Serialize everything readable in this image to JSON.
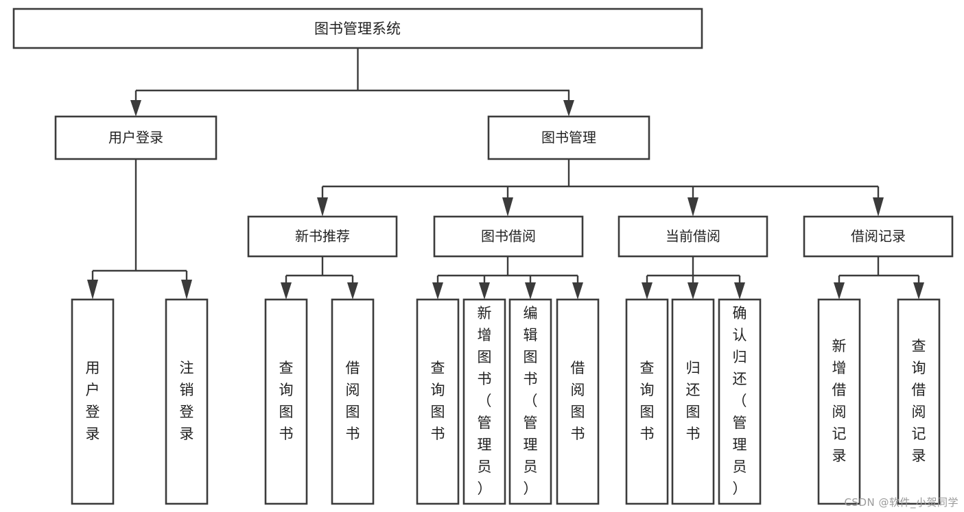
{
  "diagram": {
    "title": "图书管理系统",
    "type": "tree-hierarchy",
    "root": {
      "id": "root",
      "label": "图书管理系统"
    },
    "level2": [
      {
        "id": "user-login",
        "label": "用户登录"
      },
      {
        "id": "book-manage",
        "label": "图书管理"
      }
    ],
    "level3": [
      {
        "id": "new-book-recommend",
        "label": "新书推荐",
        "parent": "book-manage"
      },
      {
        "id": "book-borrow",
        "label": "图书借阅",
        "parent": "book-manage"
      },
      {
        "id": "current-borrow",
        "label": "当前借阅",
        "parent": "book-manage"
      },
      {
        "id": "borrow-record",
        "label": "借阅记录",
        "parent": "book-manage"
      }
    ],
    "leaves": [
      {
        "id": "leaf-user-login",
        "label": "用户登录",
        "parent": "user-login"
      },
      {
        "id": "leaf-user-logout",
        "label": "注销登录",
        "parent": "user-login"
      },
      {
        "id": "leaf-query-book-1",
        "label": "查询图书",
        "parent": "new-book-recommend"
      },
      {
        "id": "leaf-borrow-book-1",
        "label": "借阅图书",
        "parent": "new-book-recommend"
      },
      {
        "id": "leaf-query-book-2",
        "label": "查询图书",
        "parent": "book-borrow"
      },
      {
        "id": "leaf-add-book",
        "label": "新增图书（管理员）",
        "parent": "book-borrow"
      },
      {
        "id": "leaf-edit-book",
        "label": "编辑图书（管理员）",
        "parent": "book-borrow"
      },
      {
        "id": "leaf-borrow-book-2",
        "label": "借阅图书",
        "parent": "book-borrow"
      },
      {
        "id": "leaf-query-book-3",
        "label": "查询图书",
        "parent": "current-borrow"
      },
      {
        "id": "leaf-return-book",
        "label": "归还图书",
        "parent": "current-borrow"
      },
      {
        "id": "leaf-confirm-return",
        "label": "确认归还（管理员）",
        "parent": "current-borrow"
      },
      {
        "id": "leaf-add-record",
        "label": "新增借阅记录",
        "parent": "borrow-record"
      },
      {
        "id": "leaf-query-record",
        "label": "查询借阅记录",
        "parent": "borrow-record"
      }
    ],
    "colors": {
      "box_stroke": "#3b3b3b",
      "box_fill": "#ffffff",
      "text": "#222222",
      "background": "#ffffff",
      "watermark": "#9a9a9a"
    }
  },
  "watermark": {
    "text": "CSDN @软件_小贺同学"
  }
}
